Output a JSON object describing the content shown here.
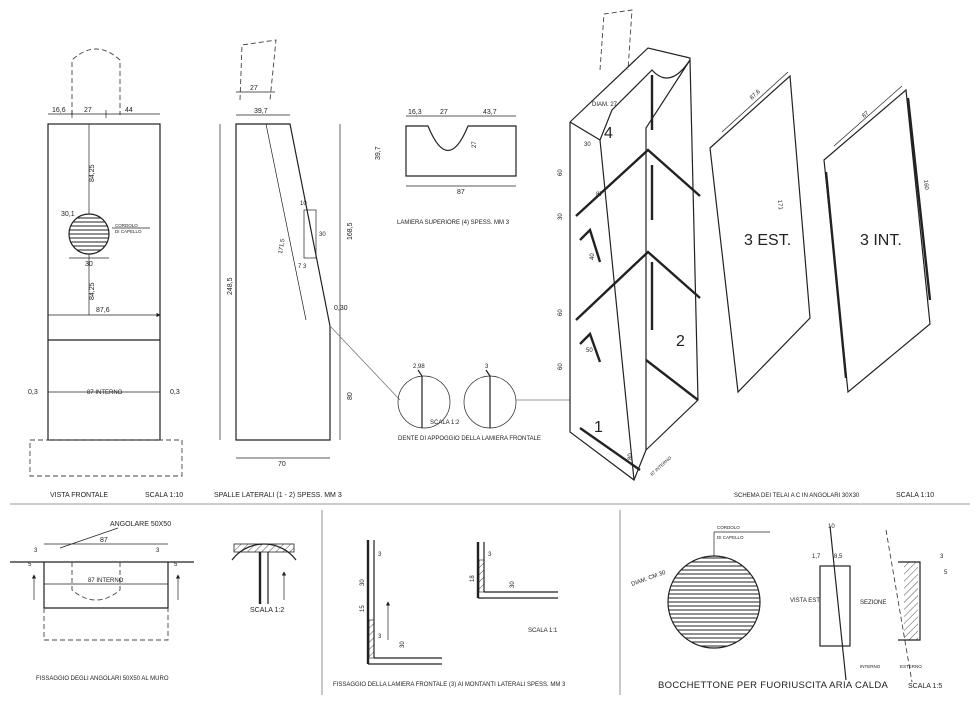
{
  "front_view": {
    "title": "VISTA FRONTALE",
    "scale": "SCALA 1:10",
    "small_note_1": "CORDOLO",
    "small_note_2": "DI CAPELLO",
    "dims": {
      "top_left": "16,6",
      "top_mid": "27",
      "top_right": "44",
      "vert_upper": "84,25",
      "vert_lower": "84,25",
      "hole_left": "30,1",
      "hole_diam": "30",
      "width": "87,6",
      "inner": "87 INTERNO",
      "side_left": "0,3",
      "side_right": "0,3"
    }
  },
  "side_panels": {
    "title": "SPALLE LATERALI (1 - 2) SPESS. MM 3",
    "dims": {
      "top": "27",
      "top_full": "39,7",
      "height": "248,5",
      "upper": "168,5",
      "lower": "80",
      "offset": "0,30",
      "slant": "171,5",
      "slot_top": "10",
      "slot_h": "30",
      "slot_bottom": "7 3",
      "width": "70"
    }
  },
  "top_plate": {
    "title": "LAMIERA SUPERIORE (4) SPESS. MM 3",
    "dims": {
      "left": "16,3",
      "mid": "27",
      "right": "43,7",
      "height": "39,7",
      "notch": "27",
      "width": "87"
    }
  },
  "support_tooth": {
    "title": "DENTE DI APPOGGIO DELLA LAMIERA FRONTALE",
    "scale": "SCALA 1:2",
    "dim_a": "2,98",
    "dim_b": "3"
  },
  "frame_schema": {
    "title": "SCHEMA DEI TELAI A C IN ANGOLARI 30X30",
    "scale": "SCALA 1:10",
    "parts": {
      "p1": "1",
      "p2": "2",
      "p4": "4"
    },
    "dims": {
      "diam": "DIAM. 27",
      "a": "30",
      "b": "60",
      "c": "60",
      "d": "60",
      "e": "30",
      "f": "40",
      "g": "50",
      "h": "87",
      "i": "80",
      "j": "87 INTERNO"
    }
  },
  "panel_est": {
    "label": "3 EST.",
    "width": "87,6",
    "height": "171"
  },
  "panel_int": {
    "label": "3 INT.",
    "width": "87",
    "height": "160"
  },
  "wall_fixing": {
    "title": "FISSAGGIO DEGLI ANGOLARI 50X50 AL MURO",
    "angle_label": "ANGOLARE 50X50",
    "detail_scale": "SCALA 1:2",
    "dims": {
      "outer": "87",
      "inner": "87 INTERNO",
      "left": "3",
      "right": "3",
      "left_b": "5",
      "right_b": "5"
    }
  },
  "front_plate_fixing": {
    "title": "FISSAGGIO DELLA LAMIERA FRONTALE (3) AI MONTANTI LATERALI SPESS. MM 3",
    "scale": "SCALA 1:1",
    "dims": {
      "a": "3",
      "b": "3",
      "c": "15",
      "d": "30",
      "e": "30",
      "f": "3",
      "g": "18",
      "h": "30"
    }
  },
  "hot_air_outlet": {
    "title": "BOCCHETTONE PER FUORIUSCITA ARIA CALDA",
    "scale": "SCALA 1:5",
    "note_1": "CORDOLO",
    "note_2": "DI CAPELLO",
    "diameter": "DIAM. CM 30",
    "view_est": "VISTA EST.",
    "section": "SEZIONE",
    "interno": "INTERNO",
    "esterno": "ESTERNO",
    "dims": {
      "a": "10",
      "b": "1,7",
      "c": "8,5",
      "d": "3",
      "e": "5"
    }
  }
}
